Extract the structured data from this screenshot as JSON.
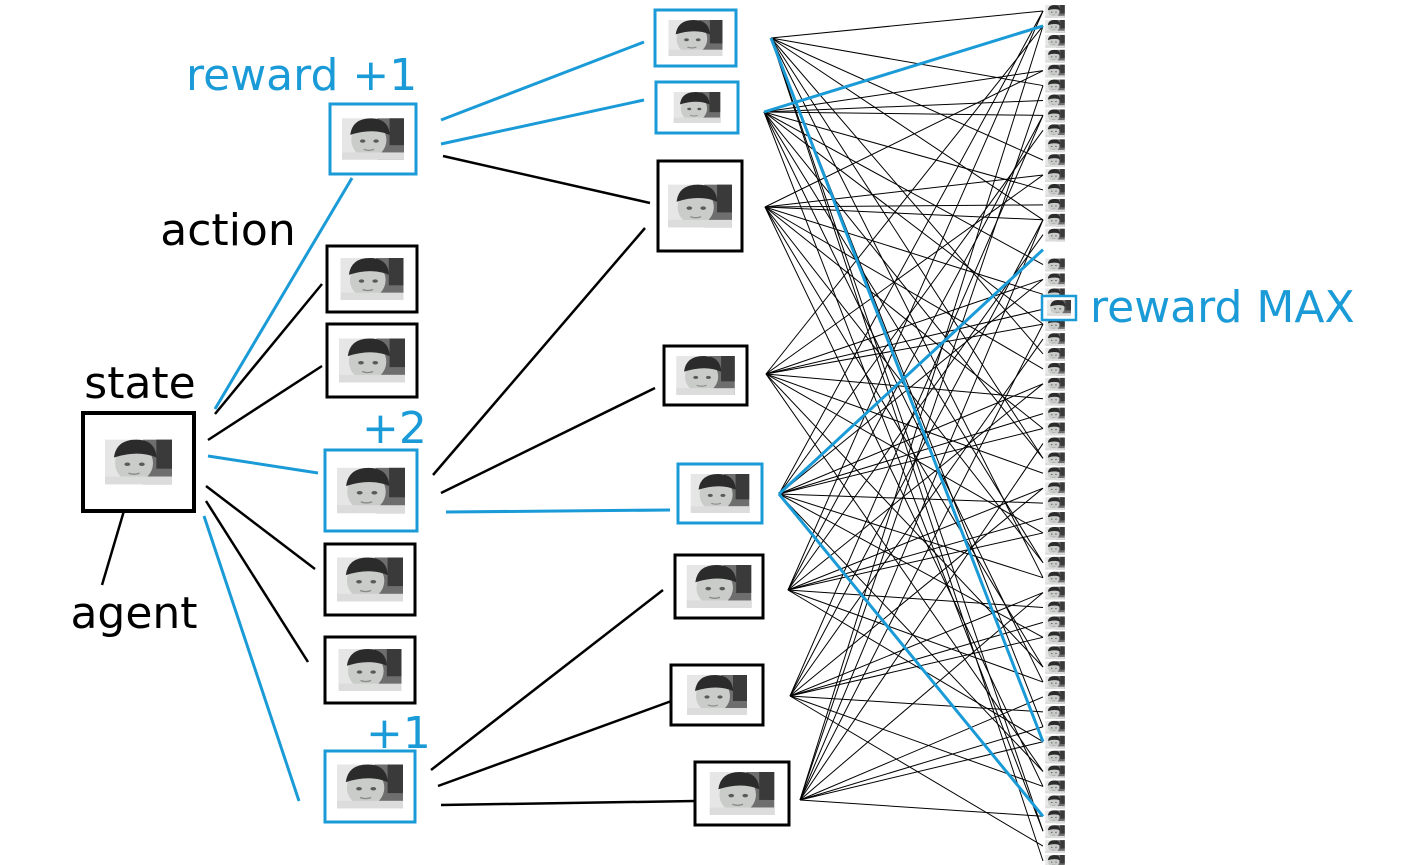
{
  "labels": {
    "state": "state",
    "agent": "agent",
    "action": "action",
    "reward_1": "reward +1",
    "reward_2": "+2",
    "reward_3": "+1",
    "reward_max": "reward MAX"
  },
  "colors": {
    "highlight": "#1a9bd7",
    "ink": "#000000",
    "face": "#c9ccc9",
    "face_shadow": "#9ea19e",
    "hat": "#2b2b2b",
    "backdrop": "#6e6e6e"
  },
  "tree": {
    "root": "state",
    "level1_count": 7,
    "level1_highlighted": [
      0,
      3,
      6
    ],
    "level2_count": 8,
    "level2_highlighted": [
      0,
      1,
      4
    ],
    "leaf_count": 58,
    "leaf_highlighted": [
      16
    ]
  }
}
